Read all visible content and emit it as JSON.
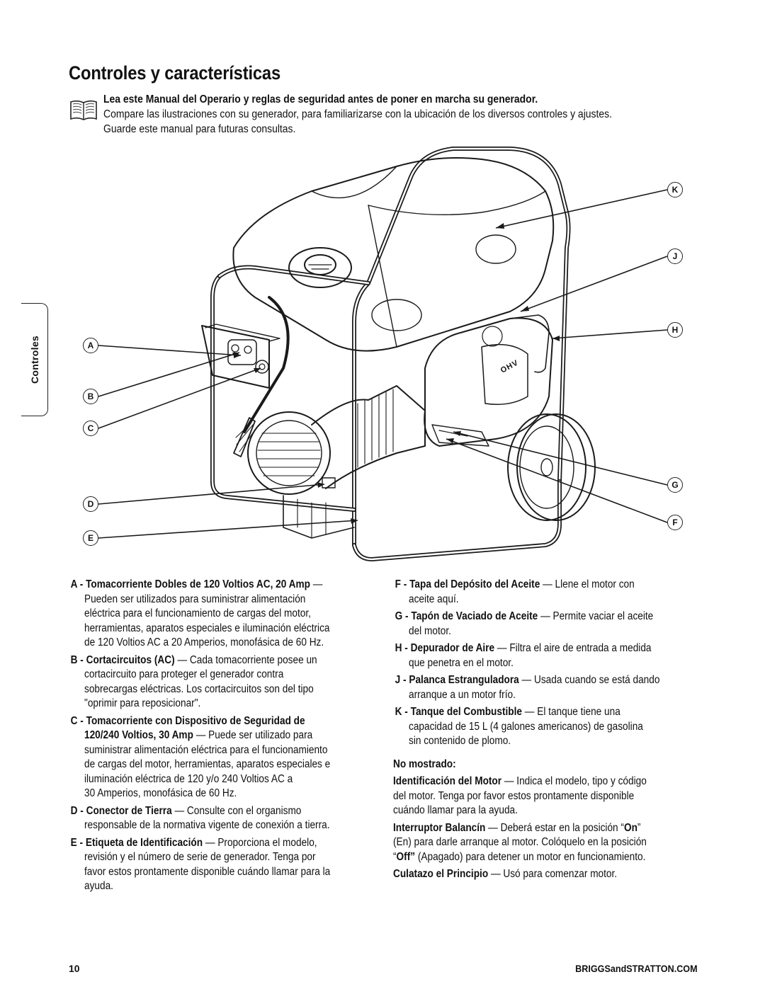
{
  "page": {
    "title": "Controles y características",
    "side_tab": "Controles",
    "page_number": "10",
    "website": "BRIGGSandSTRATTON.COM"
  },
  "intro": {
    "bold": "Lea este Manual del Operario y reglas de seguridad antes de poner en marcha su generador.",
    "line2": "Compare las ilustraciones con su generador, para familiarizarse con la ubicación de los diversos controles y ajustes.",
    "line3": "Guarde este manual para futuras consultas."
  },
  "figure": {
    "callouts": [
      "A",
      "B",
      "C",
      "D",
      "E",
      "F",
      "G",
      "H",
      "J",
      "K"
    ],
    "engine_label": "OHV"
  },
  "left_items": [
    {
      "key": "A",
      "title": "Tomacorriente Dobles de 120 Voltios AC, 20 Amp",
      "dash": "—",
      "lines": [
        "Pueden ser utilizados para suministrar alimentación",
        "eléctrica para el funcionamiento de cargas del motor,",
        "herramientas, aparatos especiales e iluminación eléctrica",
        "de 120 Voltios AC a 20 Amperios, monofásica de 60 Hz."
      ]
    },
    {
      "key": "B",
      "title": "Cortacircuitos (AC)",
      "first": "— Cada tomacorriente posee un",
      "lines": [
        "cortacircuito para proteger el generador contra",
        "sobrecargas eléctricas. Los cortacircuitos son del tipo",
        "\"oprimir para reposicionar\"."
      ]
    },
    {
      "key": "C",
      "title": "Tomacorriente con Dispositivo de Seguridad de",
      "title2": "120/240 Voltios, 30 Amp",
      "first": "— Puede ser utilizado para",
      "lines": [
        "suministrar alimentación eléctrica para el funcionamiento",
        "de cargas del motor, herramientas, aparatos especiales e",
        "iluminación eléctrica de 120 y/o 240 Voltios AC a",
        "30 Amperios, monofásica de 60 Hz."
      ]
    },
    {
      "key": "D",
      "title": "Conector de Tierra",
      "first": "— Consulte con el organismo",
      "lines": [
        "responsable de la normativa vigente de conexión a tierra."
      ]
    },
    {
      "key": "E",
      "title": "Etiqueta de Identificación",
      "first": "— Proporciona el modelo,",
      "lines": [
        "revisión y el número de serie de generador. Tenga por",
        "favor estos prontamente disponible cuándo llamar para la",
        "ayuda."
      ]
    }
  ],
  "right_items": [
    {
      "key": "F",
      "title": "Tapa del Depósito del Aceite",
      "first": "— Llene el motor con",
      "lines": [
        "aceite aquí."
      ]
    },
    {
      "key": "G",
      "title": "Tapón de Vaciado de Aceite",
      "first": "— Permite vaciar el aceite",
      "lines": [
        "del motor."
      ]
    },
    {
      "key": "H",
      "title": "Depurador de Aire",
      "first": "— Filtra el aire de entrada a medida",
      "lines": [
        "que penetra en el motor."
      ]
    },
    {
      "key": "J",
      "title": "Palanca Estranguladora",
      "first": "— Usada cuando se está dando",
      "lines": [
        "arranque a un motor frío."
      ]
    },
    {
      "key": "K",
      "title": "Tanque del Combustible",
      "first": "— El tanque tiene una",
      "lines": [
        "capacidad de 15 L (4 galones americanos) de gasolina",
        "sin contenido de plomo."
      ]
    }
  ],
  "not_shown": {
    "heading": "No mostrado:",
    "engine_id": {
      "title": "Identificación del Motor",
      "first": "— Indica el modelo, tipo y código",
      "lines": [
        "del motor. Tenga por favor estos prontamente disponible",
        "cuándo llamar para la ayuda."
      ]
    },
    "rocker": {
      "title": "Interruptor Balancín",
      "first": "— Deberá estar en la posición “",
      "on": "On",
      "first_end": "”",
      "line2": "(En) para darle arranque al motor. Colóquelo en la posición",
      "off_open": "“",
      "off": "Off”",
      "line3_rest": " (Apagado) para detener un motor en funcionamiento."
    },
    "recoil": {
      "title": "Culatazo el Principio",
      "first": "— Usó para comenzar motor."
    }
  }
}
